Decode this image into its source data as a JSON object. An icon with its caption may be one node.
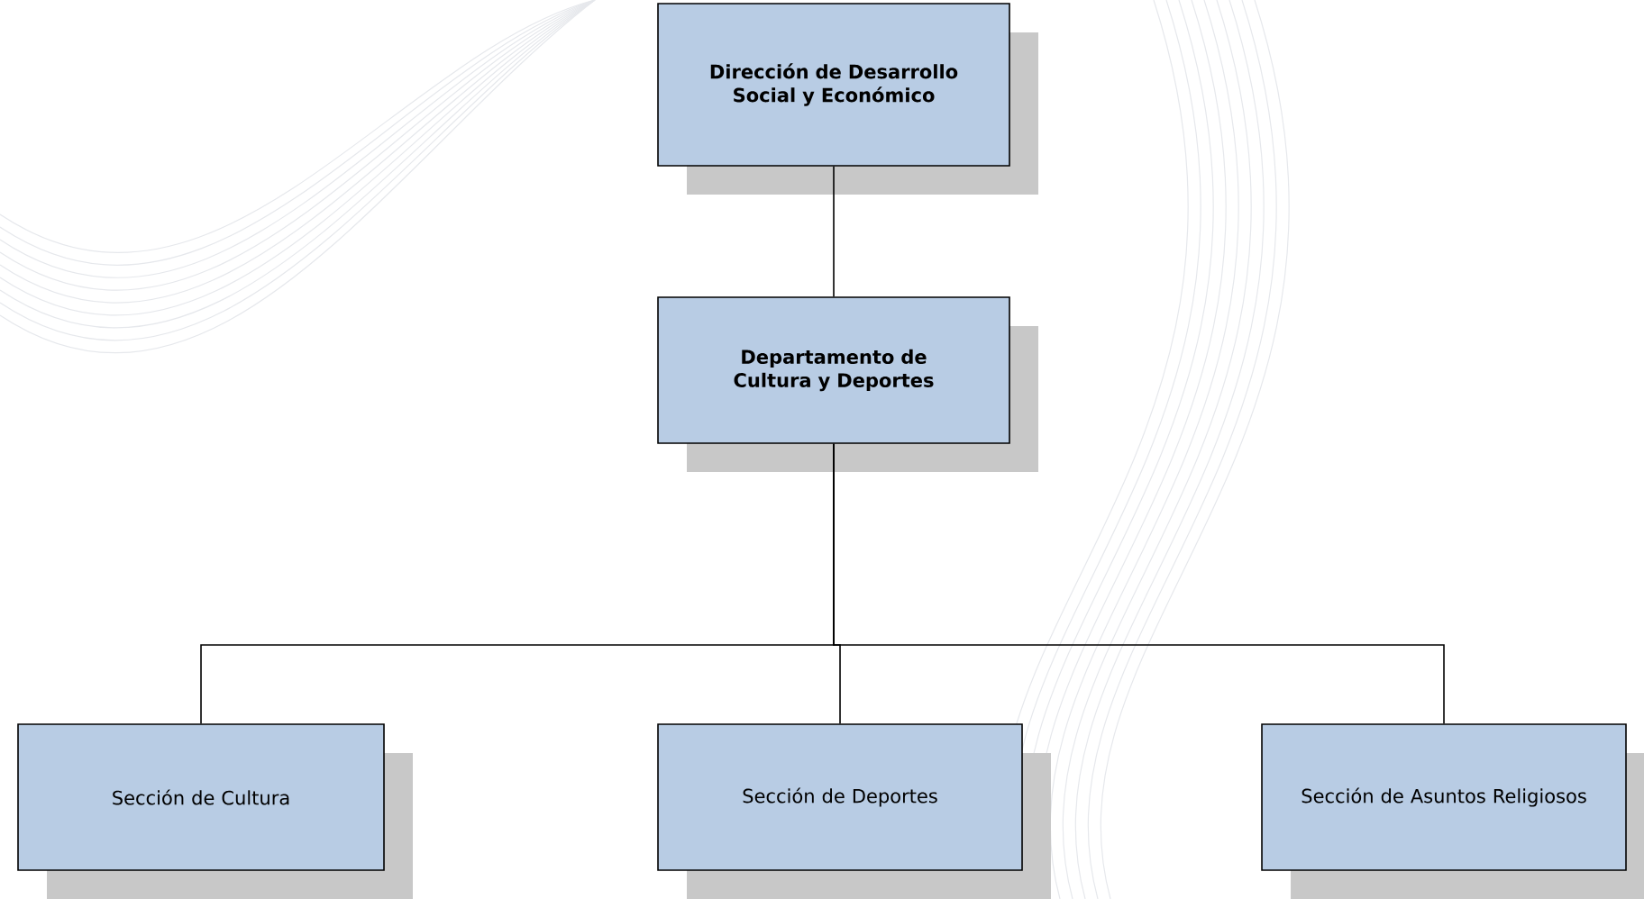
{
  "diagram": {
    "nodes": [
      {
        "text": [
          "Dirección de Desarrollo Social y Económico"
        ]
      },
      {
        "text": [
          "Departamento de Cultura y Deportes"
        ]
      },
      {
        "text": [
          "Sección de Cultura"
        ]
      },
      {
        "text": [
          "Sección de Deportes"
        ]
      },
      {
        "text": [
          "Sección de Asuntos Religiosos"
        ]
      }
    ],
    "edges": [
      {
        "from": 0,
        "to": 1,
        "arrow": "none"
      },
      {
        "from": 1,
        "to": 2,
        "arrow": "none"
      },
      {
        "from": 1,
        "to": 3,
        "arrow": "none"
      },
      {
        "from": 1,
        "to": 4,
        "arrow": "none"
      }
    ]
  }
}
